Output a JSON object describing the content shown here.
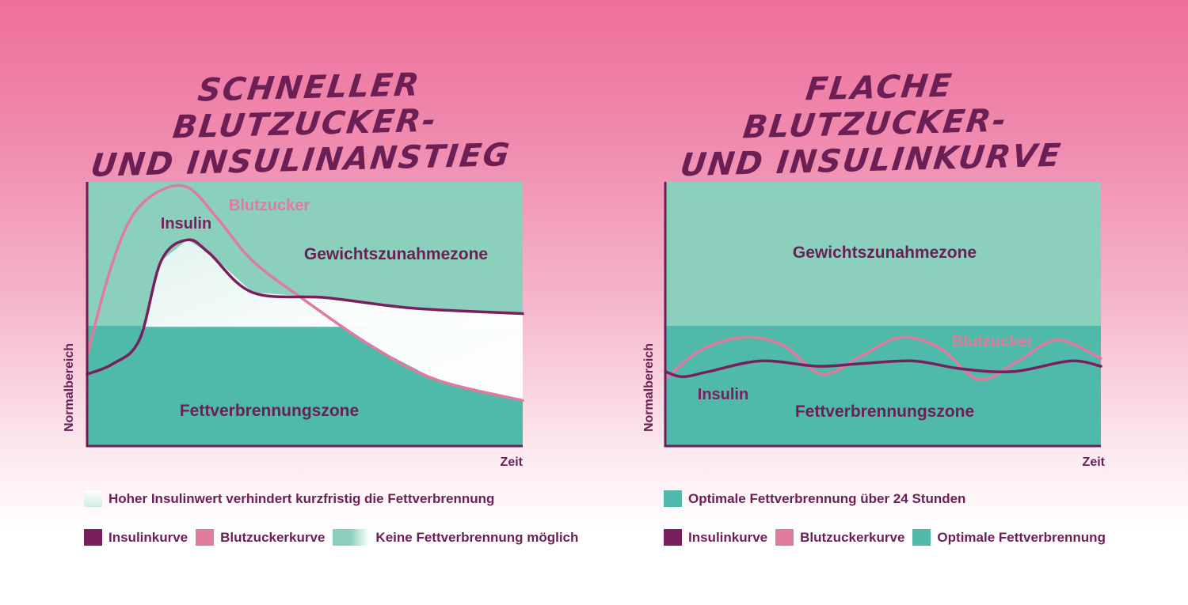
{
  "colors": {
    "insulin": "#7a1f5e",
    "blutzucker": "#e07a9f",
    "weight_zone": "#8ad0bd",
    "fat_zone": "#4fb9aa",
    "axis": "#6b1f55"
  },
  "left": {
    "title_line1": "Schneller Blutzucker-",
    "title_line2": "und Insulinanstieg",
    "zone_top": "Gewichtszunahmezone",
    "zone_bottom": "Fettverbrennungszone",
    "label_insulin": "Insulin",
    "label_blutzucker": "Blutzucker",
    "xlabel": "Zeit",
    "ylabel": "Normalbereich",
    "legend_note": "Hoher Insulinwert verhindert kurzfristig die Fettverbrennung",
    "legend_items": [
      "Insulinkurve",
      "Blutzuckerkurve",
      "Keine Fettverbrennung möglich"
    ]
  },
  "right": {
    "title_line1": "Flache Blutzucker-",
    "title_line2": "und Insulinkurve",
    "zone_top": "Gewichtszunahmezone",
    "zone_bottom": "Fettverbrennungszone",
    "label_insulin": "Insulin",
    "label_blutzucker": "Blutzucker",
    "xlabel": "Zeit",
    "ylabel": "Normalbereich",
    "legend_note": "Optimale Fettverbrennung über 24 Stunden",
    "legend_items": [
      "Insulinkurve",
      "Blutzuckerkurve",
      "Optimale Fettverbrennung"
    ]
  },
  "chart_data": [
    {
      "type": "line",
      "title": "Schneller Blutzucker- und Insulinanstieg",
      "xlabel": "Zeit",
      "ylabel": "Normalbereich",
      "xlim": [
        0,
        10
      ],
      "ylim": [
        0,
        10
      ],
      "zones": [
        {
          "name": "Gewichtszunahmezone",
          "from": 4.5,
          "to": 10
        },
        {
          "name": "Fettverbrennungszone",
          "from": 0,
          "to": 4.5
        }
      ],
      "series": [
        {
          "name": "Insulin",
          "x": [
            0,
            0.6,
            1.2,
            1.7,
            2.3,
            2.8,
            3.8,
            5.5,
            7.5,
            10
          ],
          "y": [
            2.7,
            3.1,
            4.0,
            7.0,
            7.8,
            7.3,
            5.8,
            5.6,
            5.2,
            5.0
          ]
        },
        {
          "name": "Blutzucker",
          "x": [
            0,
            0.5,
            1.0,
            1.6,
            2.3,
            3.0,
            3.8,
            5.0,
            6.5,
            8.0,
            10
          ],
          "y": [
            3.4,
            6.5,
            8.6,
            9.6,
            9.8,
            8.6,
            7.0,
            5.5,
            3.8,
            2.5,
            1.7
          ]
        }
      ]
    },
    {
      "type": "line",
      "title": "Flache Blutzucker- und Insulinkurve",
      "xlabel": "Zeit",
      "ylabel": "Normalbereich",
      "xlim": [
        0,
        10
      ],
      "ylim": [
        0,
        10
      ],
      "zones": [
        {
          "name": "Gewichtszunahmezone",
          "from": 4.5,
          "to": 10
        },
        {
          "name": "Fettverbrennungszone",
          "from": 0,
          "to": 4.5
        }
      ],
      "series": [
        {
          "name": "Insulin",
          "x": [
            0,
            0.4,
            1.0,
            2.2,
            3.5,
            4.5,
            5.7,
            6.8,
            8.0,
            9.3,
            10
          ],
          "y": [
            2.8,
            2.6,
            2.8,
            3.2,
            3.0,
            3.1,
            3.2,
            2.9,
            2.8,
            3.2,
            3.0
          ]
        },
        {
          "name": "Blutzucker",
          "x": [
            0,
            0.8,
            1.8,
            2.7,
            3.6,
            4.5,
            5.4,
            6.3,
            7.2,
            8.1,
            9.0,
            10
          ],
          "y": [
            2.5,
            3.6,
            4.1,
            3.8,
            2.7,
            3.4,
            4.1,
            3.7,
            2.5,
            3.2,
            4.0,
            3.3
          ]
        }
      ]
    }
  ]
}
